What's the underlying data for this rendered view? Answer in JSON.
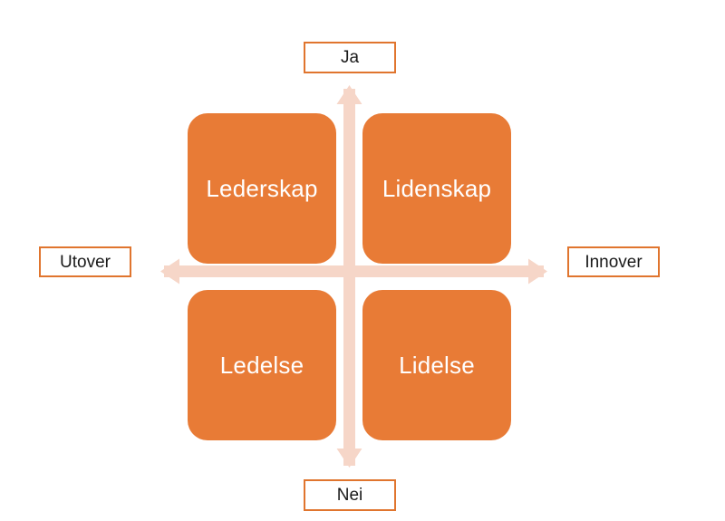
{
  "diagram": {
    "title": "Lederskap / Lidenskap / Ledelse / Lidelse matrix",
    "colors": {
      "quadrant_fill": "#E87B36",
      "quadrant_text": "#FFFFFF",
      "axis_arrow": "#F6D6C8",
      "label_border": "#E0752E",
      "label_text": "#1A1A1A",
      "background": "#FFFFFF"
    },
    "axes": {
      "vertical": {
        "top_label": "Ja",
        "bottom_label": "Nei"
      },
      "horizontal": {
        "left_label": "Utover",
        "right_label": "Innover"
      }
    },
    "quadrants": [
      {
        "position": "top-left",
        "label": "Lederskap"
      },
      {
        "position": "top-right",
        "label": "Lidenskap"
      },
      {
        "position": "bottom-left",
        "label": "Ledelse"
      },
      {
        "position": "bottom-right",
        "label": "Lidelse"
      }
    ]
  }
}
